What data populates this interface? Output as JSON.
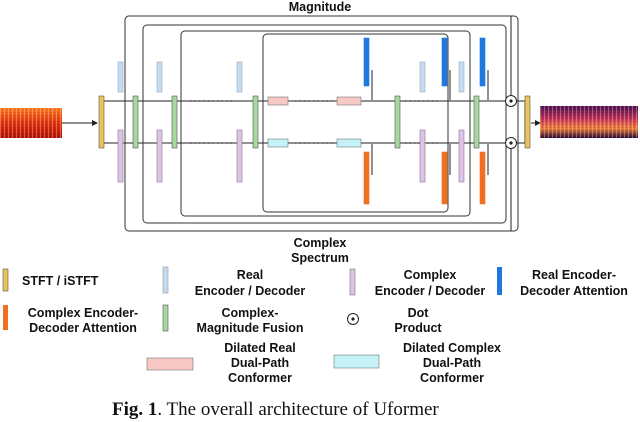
{
  "top_label": "Magnitude",
  "bottom_label_line1": "Complex",
  "bottom_label_line2": "Spectrum",
  "legend": {
    "stft": "STFT / iSTFT",
    "real_ed_1": "Real",
    "real_ed_2": "Encoder / Decoder",
    "complex_ed_1": "Complex",
    "complex_ed_2": "Encoder / Decoder",
    "real_attn_1": "Real Encoder-",
    "real_attn_2": "Decoder Attention",
    "complex_attn_1": "Complex Encoder-",
    "complex_attn_2": "Decoder Attention",
    "fusion_1": "Complex-",
    "fusion_2": "Magnitude Fusion",
    "dot_1": "Dot",
    "dot_2": "Product",
    "dilated_real_1": "Dilated Real",
    "dilated_real_2": "Dual-Path",
    "dilated_real_3": "Conformer",
    "dilated_complex_1": "Dilated Complex",
    "dilated_complex_2": "Dual-Path",
    "dilated_complex_3": "Conformer"
  },
  "caption_prefix": "Fig. 1",
  "caption_text": ". The overall architecture of Uformer",
  "colors": {
    "stft": "#e8c45a",
    "real_ed": "#c6daf2",
    "complex_ed": "#dcc4e6",
    "real_attn": "#1f78e0",
    "complex_attn": "#f07020",
    "fusion": "#a6d8a0",
    "dilated_real": "#f8c8c4",
    "dilated_complex": "#c4f2f6"
  }
}
